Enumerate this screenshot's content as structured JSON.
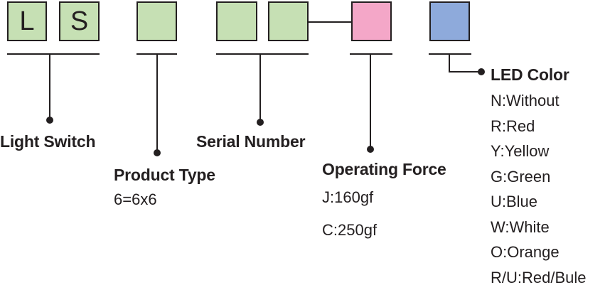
{
  "colors": {
    "green": "#c6e0b4",
    "pink": "#f4a7c8",
    "blue": "#8eaadb",
    "ink": "#231f20"
  },
  "boxes": {
    "light_switch_1": "L",
    "light_switch_2": "S"
  },
  "fields": {
    "light_switch": {
      "title": "Light Switch"
    },
    "product_type": {
      "title": "Product Type",
      "options": [
        "6=6x6"
      ]
    },
    "serial_number": {
      "title": "Serial Number"
    },
    "operating_force": {
      "title": "Operating Force",
      "options": [
        "J:160gf",
        "C:250gf"
      ]
    },
    "led_color": {
      "title": "LED Color",
      "options": [
        "N:Without",
        "R:Red",
        "Y:Yellow",
        "G:Green",
        "U:Blue",
        "W:White",
        "O:Orange",
        "R/U:Red/Bule"
      ]
    }
  }
}
